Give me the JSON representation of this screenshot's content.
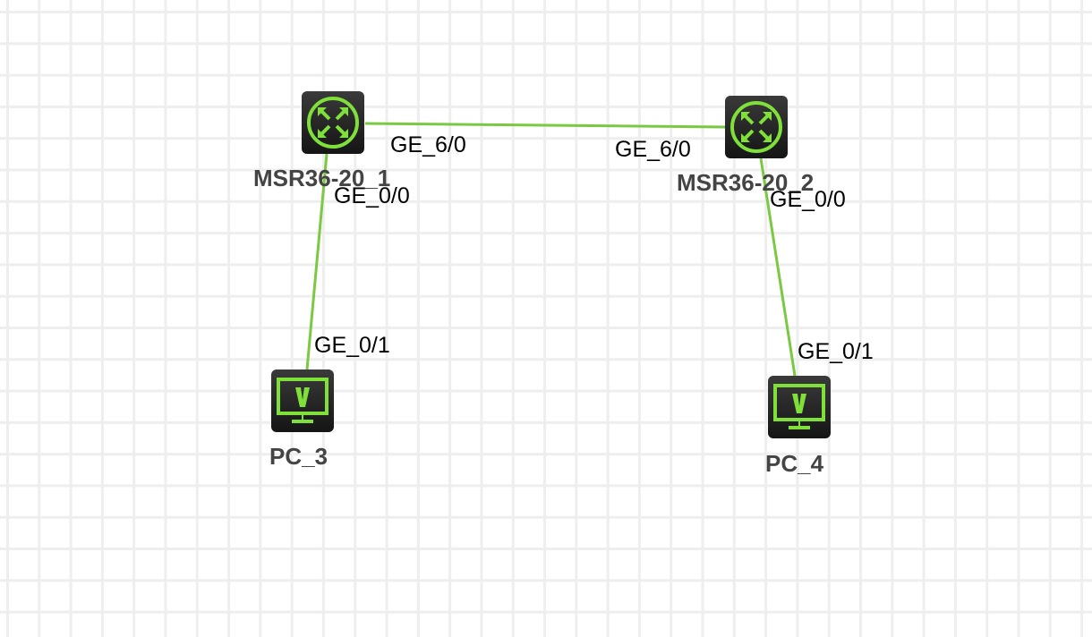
{
  "colors": {
    "link": "#7ac943",
    "icon": "#7fe03a"
  },
  "nodes": {
    "r1": {
      "name": "MSR36-20_1",
      "icon": "router-icon"
    },
    "r2": {
      "name": "MSR36-20_2",
      "icon": "router-icon"
    },
    "pc3": {
      "name": "PC_3",
      "icon": "pc-icon"
    },
    "pc4": {
      "name": "PC_4",
      "icon": "pc-icon"
    }
  },
  "ports": {
    "r1_ge60": "GE_6/0",
    "r2_ge60": "GE_6/0",
    "r1_ge00": "GE_0/0",
    "r2_ge00": "GE_0/0",
    "pc3_ge01": "GE_0/1",
    "pc4_ge01": "GE_0/1"
  }
}
